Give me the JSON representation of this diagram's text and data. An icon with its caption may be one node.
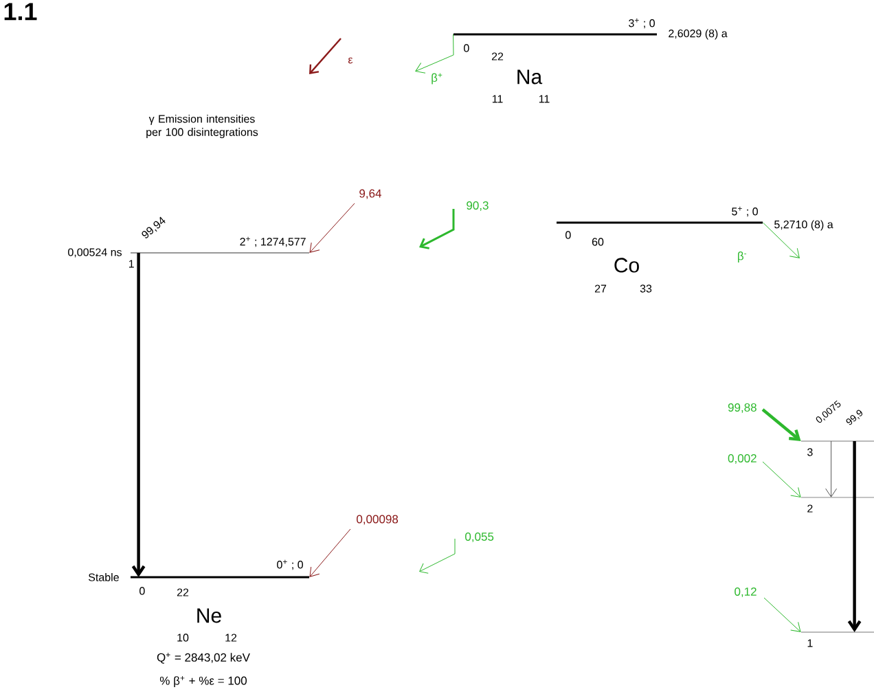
{
  "diagram": {
    "nodes": [
      {
        "text": [],
        "shape": "bar",
        "beside": [
          "0",
          "3$^{+}$ ; 0",
          "2,6029 (8) a"
        ]
      },
      {
        "text": [],
        "shape": "bar",
        "beside": [
          "0,00524 ns",
          "1",
          "2$^{+}$ ; 1274,577"
        ]
      },
      {
        "text": [],
        "shape": "bar",
        "beside": [
          "Stable",
          "0",
          "0$^{+}$ ; 0"
        ]
      },
      {
        "text": [],
        "shape": "bar",
        "beside": [
          "0",
          "5$^{+}$ ; 0",
          "5,2710 (8) a"
        ]
      },
      {
        "text": [],
        "shape": "bar",
        "beside": [
          "3"
        ]
      },
      {
        "text": [],
        "shape": "bar",
        "beside": [
          "2"
        ]
      },
      {
        "text": [],
        "shape": "bar",
        "beside": [
          "1"
        ]
      }
    ],
    "edges": [
      {
        "from": 0,
        "to": null,
        "arrow": "to",
        "label": "β$^{+}$"
      },
      {
        "from": null,
        "to": 1,
        "arrow": "to",
        "label": "9,64",
        "color": "#8b1a1a"
      },
      {
        "from": 1,
        "to": 2,
        "arrow": "to",
        "color": "#000000",
        "style": "thick"
      },
      {
        "from": null,
        "to": 2,
        "arrow": "to",
        "label": "0,00098",
        "color": "#8b1a1a"
      },
      {
        "from": 3,
        "to": null,
        "arrow": "to",
        "label": "β$^{-}$"
      },
      {
        "from": null,
        "to": 4,
        "arrow": "to",
        "label": "99,88",
        "style": "thick"
      },
      {
        "from": null,
        "to": 5,
        "arrow": "to",
        "label": "0,002"
      },
      {
        "from": null,
        "to": 6,
        "arrow": "to",
        "label": "0,12"
      },
      {
        "from": 4,
        "to": 5,
        "arrow": "to",
        "color": "#555555"
      },
      {
        "from": 4,
        "to": 6,
        "arrow": "to",
        "color": "#000000",
        "style": "thick"
      }
    ],
    "labels": [
      "1.1",
      "ε",
      "22",
      "Na",
      "11",
      "11",
      "γ Emission intensities per 100 disintegrations",
      "99,94",
      "90,3",
      "60",
      "Co",
      "27",
      "33",
      "0,0075",
      "99,9",
      "0,055",
      "22",
      "Ne",
      "10",
      "12",
      "Q$^{+}$ = 2843,02 keV",
      "% β$^{+}$ + %ε = 100"
    ]
  }
}
